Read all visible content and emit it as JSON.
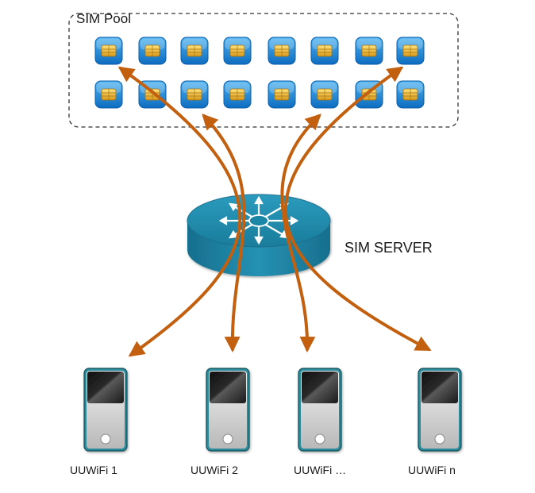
{
  "pool": {
    "title": "SIM Pool",
    "rows": 2,
    "cols": 8,
    "sim_icon": "sim-card-icon"
  },
  "server": {
    "label": "SIM SERVER",
    "icon": "router-icon"
  },
  "devices": [
    {
      "label": "UUWiFi 1"
    },
    {
      "label": "UUWiFi 2"
    },
    {
      "label": "UUWiFi …"
    },
    {
      "label": "UUWiFi n"
    }
  ],
  "colors": {
    "arrow": "#c2600f",
    "sim_tile": "#1a86d6",
    "sim_chip": "#f0c040",
    "router": "#1f86a6",
    "device_frame": "#1c6a78",
    "pool_border": "#333333"
  }
}
